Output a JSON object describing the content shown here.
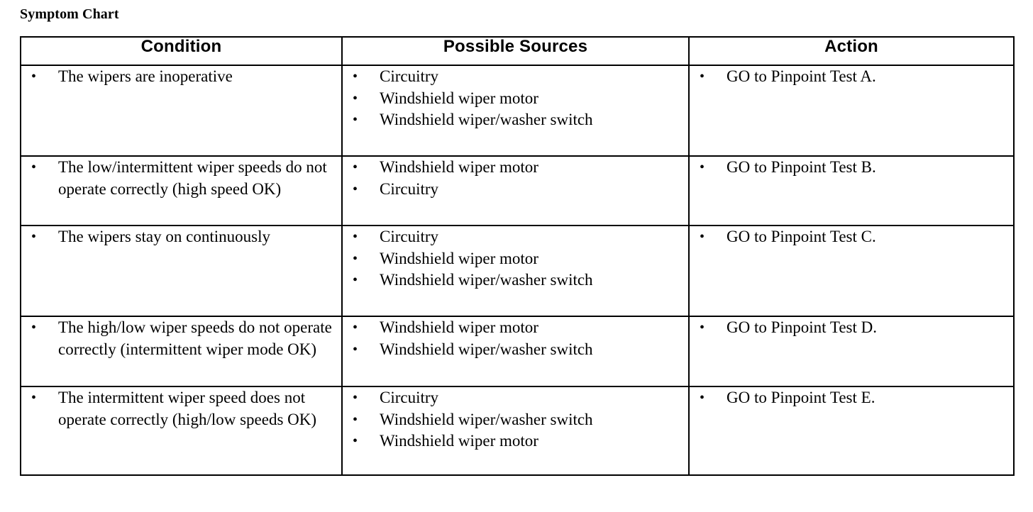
{
  "document": {
    "title": "Symptom Chart"
  },
  "table": {
    "headers": [
      "Condition",
      "Possible Sources",
      "Action"
    ],
    "bullet_glyph": "•",
    "rows": [
      {
        "condition": [
          "The wipers are inoperative"
        ],
        "sources": [
          "Circuitry",
          "Windshield wiper motor",
          "Windshield wiper/washer switch"
        ],
        "action": [
          "GO to Pinpoint Test A."
        ]
      },
      {
        "condition": [
          "The low/intermittent wiper speeds do not operate correctly (high speed OK)"
        ],
        "sources": [
          "Windshield wiper motor",
          "Circuitry"
        ],
        "action": [
          "GO to Pinpoint Test B."
        ]
      },
      {
        "condition": [
          "The wipers stay on continuously"
        ],
        "sources": [
          "Circuitry",
          "Windshield wiper motor",
          "Windshield wiper/washer switch"
        ],
        "action": [
          "GO to Pinpoint Test C."
        ]
      },
      {
        "condition": [
          "The high/low wiper speeds do not operate correctly (intermittent wiper mode OK)"
        ],
        "sources": [
          "Windshield wiper motor",
          "Windshield wiper/washer switch"
        ],
        "action": [
          "GO to Pinpoint Test D."
        ]
      },
      {
        "condition": [
          "The intermittent wiper speed does not operate correctly (high/low speeds OK)"
        ],
        "sources": [
          "Circuitry",
          "Windshield wiper/washer switch",
          "Windshield wiper motor"
        ],
        "action": [
          "GO to Pinpoint Test E."
        ]
      }
    ]
  },
  "colors": {
    "text": "#000000",
    "background": "#ffffff",
    "border": "#000000"
  }
}
